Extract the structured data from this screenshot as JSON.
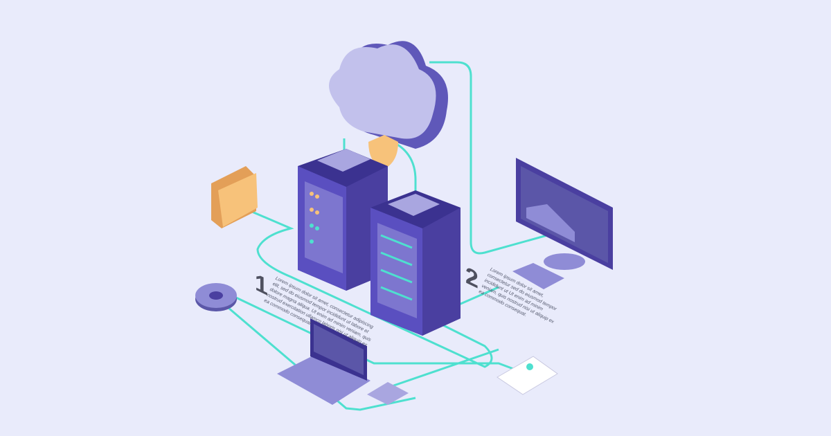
{
  "notes": [
    {
      "number": "1",
      "text": "Lorem ipsum dolor sit amet, consectetur adipiscing elit, sed do eiusmod tempor incididunt ut labore et dolore magna aliqua. Ut enim ad minim veniam, quis nostrud exercitation ullamco laboris nisi ut aliquip ex ea commodo consequat."
    },
    {
      "number": "2",
      "text": "Lorem ipsum dolor sit amet, consectetur sed do eiusmod tempor incididunt ut Ut enim ad minim veniam, quis nostrud nisi ut aliquip ex ea commodo consequat."
    }
  ],
  "colors": {
    "background": "#e9ebfb",
    "server": "#4a3fa0",
    "cable": "#4ee0cf",
    "cloud": "#c2c1ec",
    "accent": "#f7c27a"
  }
}
